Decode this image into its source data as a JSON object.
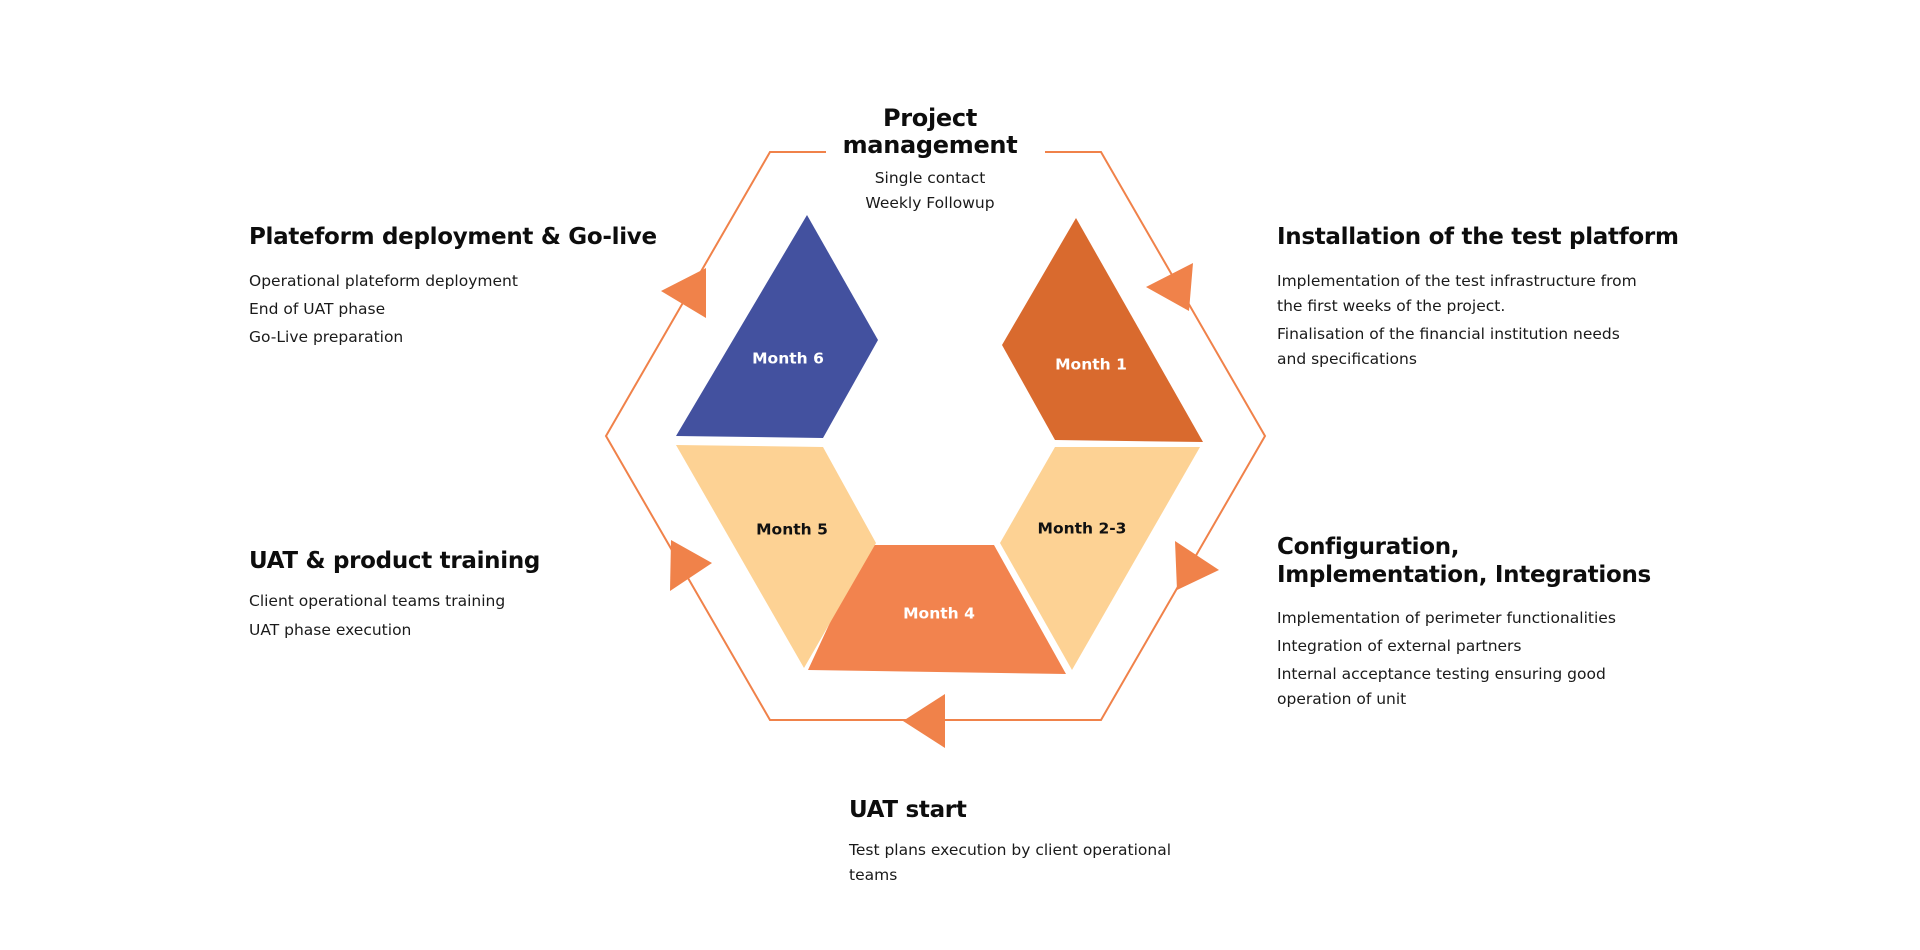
{
  "colors": {
    "cycle_line": "#f0824a",
    "month_1": "#d96a2e",
    "month_2_3": "#fdd294",
    "month_4": "#f2834e",
    "month_5": "#fdd294",
    "month_6": "#43519f",
    "text_dark": "#111111",
    "text_light": "#ffffff"
  },
  "segments": [
    {
      "id": "month-1",
      "label": "Month 1",
      "color_key": "month_1",
      "label_color": "text_light"
    },
    {
      "id": "month-2-3",
      "label": "Month 2-3",
      "color_key": "month_2_3",
      "label_color": "text_dark"
    },
    {
      "id": "month-4",
      "label": "Month 4",
      "color_key": "month_4",
      "label_color": "text_light"
    },
    {
      "id": "month-5",
      "label": "Month 5",
      "color_key": "month_5",
      "label_color": "text_dark"
    },
    {
      "id": "month-6",
      "label": "Month 6",
      "color_key": "month_6",
      "label_color": "text_light"
    }
  ],
  "project_management": {
    "title_line1": "Project",
    "title_line2": "management",
    "items": [
      "Single contact",
      "Weekly Followup"
    ]
  },
  "installation": {
    "title": "Installation of the test platform",
    "items": [
      "Implementation of the test infrastructure from the first weeks of the project.",
      "Finalisation of the financial institution needs and specifications"
    ]
  },
  "configuration": {
    "title_line1": "Configuration,",
    "title_line2": "Implementation, Integrations",
    "items": [
      "Implementation of perimeter functionalities",
      "Integration of external partners",
      "Internal acceptance testing ensuring good operation of unit"
    ]
  },
  "uat_start": {
    "title": "UAT start",
    "items": [
      "Test plans execution by client operational teams"
    ]
  },
  "uat_training": {
    "title": "UAT & product training",
    "items": [
      "Client operational teams training",
      "UAT phase execution"
    ]
  },
  "deployment": {
    "title": "Plateform deployment & Go-live",
    "items": [
      "Operational plateform deployment",
      "End of UAT phase",
      "Go-Live preparation"
    ]
  }
}
